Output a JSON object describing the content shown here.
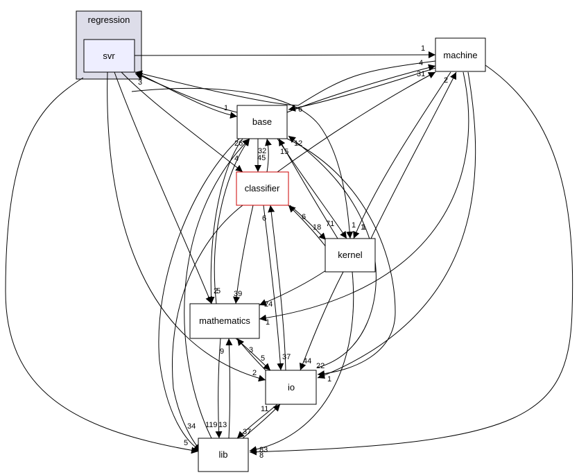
{
  "graph": {
    "cluster": {
      "label": "regression",
      "fill": "#dddde9"
    },
    "nodes": {
      "svr": {
        "label": "svr",
        "fill": "#eeeeff",
        "stroke": "#000000"
      },
      "machine": {
        "label": "machine"
      },
      "base": {
        "label": "base"
      },
      "classifier": {
        "label": "classifier",
        "stroke": "#cc0000"
      },
      "kernel": {
        "label": "kernel"
      },
      "mathematics": {
        "label": "mathematics"
      },
      "io": {
        "label": "io"
      },
      "lib": {
        "label": "lib"
      }
    },
    "edge_labels": {
      "svr_machine": "1",
      "machine_svr": "4",
      "svr_base": "1",
      "base_svr": "3",
      "base_machine": "31",
      "machine_base": "6",
      "base_classifier": "45",
      "classifier_base": "32",
      "base_mathematics": "5",
      "mathematics_base": "26",
      "base_io": "22",
      "io_base": "12",
      "base_kernel": "71",
      "kernel_base": "15",
      "base_lib": "34",
      "lib_base": "119",
      "svr_classifier": "4",
      "classifier_machine": "2",
      "machine_kernel": "1",
      "kernel_machine": "1",
      "classifier_kernel": "6",
      "kernel_classifier": "18",
      "classifier_mathematics": "39",
      "classifier_io": "37",
      "io_classifier": "6",
      "classifier_lib": "13",
      "kernel_mathematics": "24",
      "kernel_io": "44",
      "kernel_lib": "83",
      "machine_mathematics": "1",
      "machine_io": "1",
      "machine_lib": "8",
      "svr_mathematics": "2",
      "svr_io": "2",
      "svr_lib": "5",
      "svr_kernel": "1",
      "mathematics_io": "5",
      "io_mathematics": "3",
      "mathematics_lib": "9",
      "io_lib": "37",
      "lib_io": "11"
    }
  }
}
